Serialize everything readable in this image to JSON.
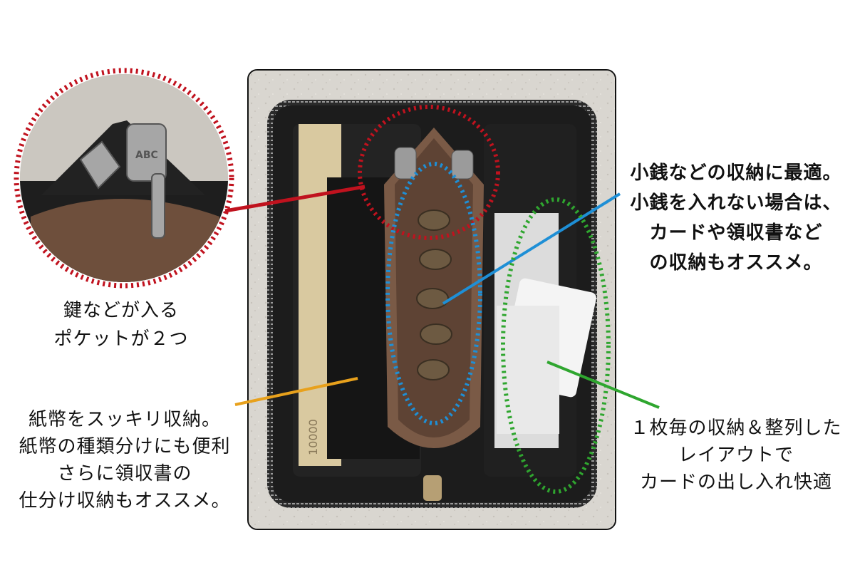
{
  "callouts": {
    "keys": "鍵などが入る\nポケットが２つ",
    "bills": "紙幣をスッキリ収納。\n紙幣の種類分けにも便利\nさらに領収書の\n仕分け収納もオススメ。",
    "coins": "小銭などの収納に最適。\n小銭を入れない場合は、\nカードや領収書など\nの収納もオススメ。",
    "cards": "１枚毎の収納＆整列した\nレイアウトで\nカードの出し入れ快適"
  },
  "illustration": {
    "key_brand_mark": "ABC",
    "banknote_mark": "10000"
  },
  "colors": {
    "red": "#c0121e",
    "blue": "#1e8fd6",
    "green": "#2fa62f",
    "orange": "#e8a11c",
    "wallet_black": "#1a1a1a",
    "lining_brown": "#7a5a46"
  }
}
